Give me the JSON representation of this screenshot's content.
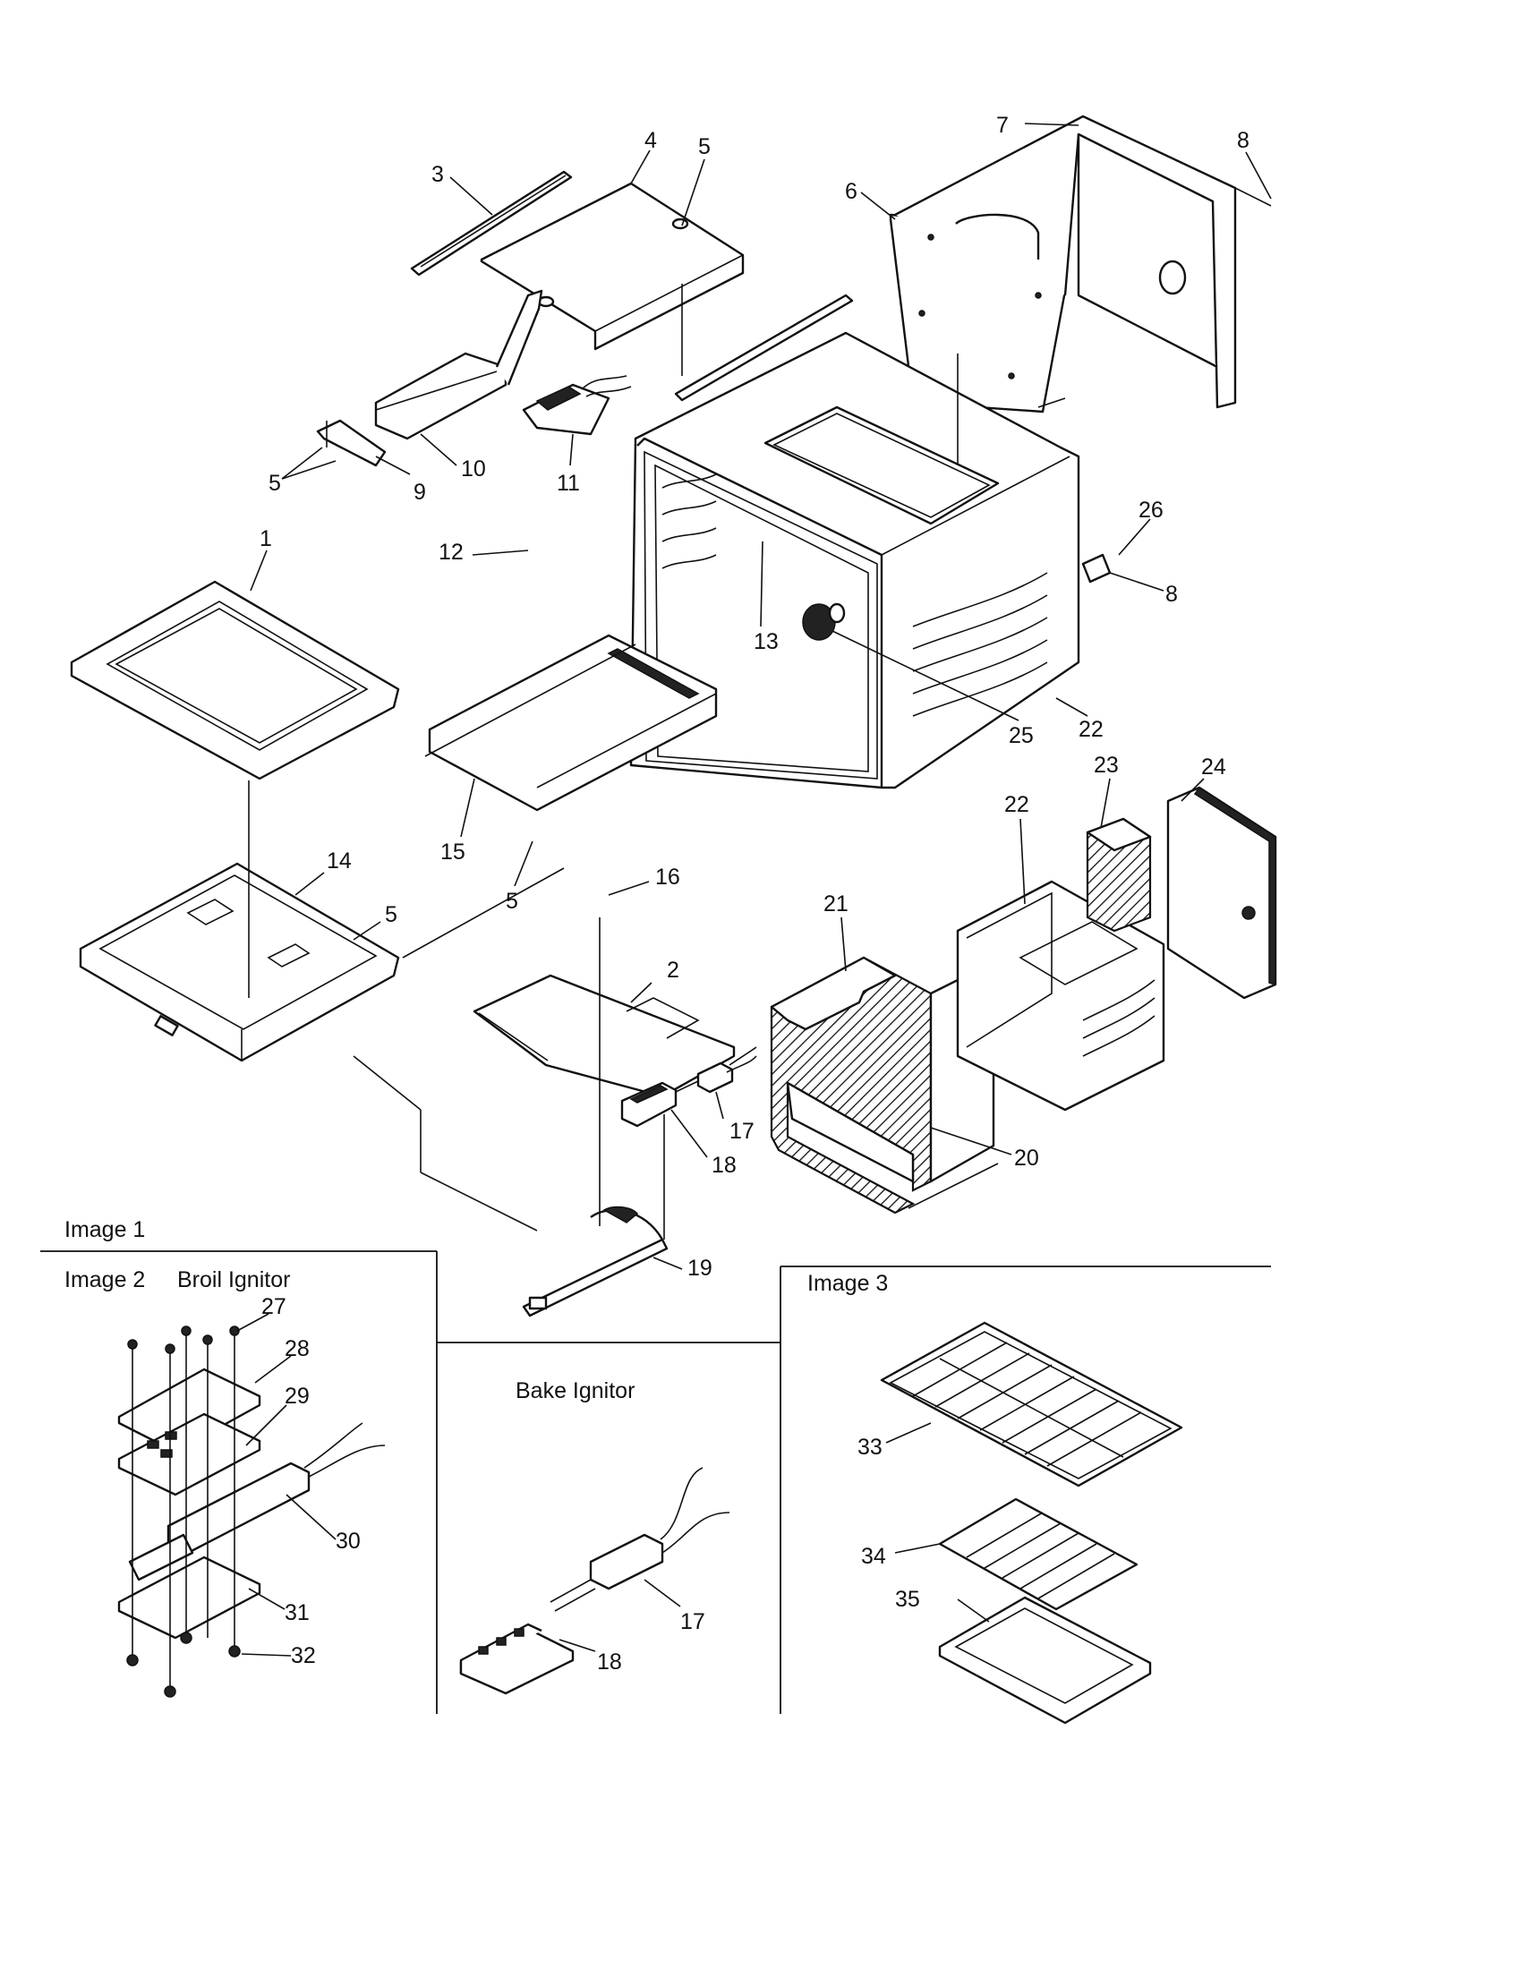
{
  "panels": {
    "image1": "Image 1",
    "image2": "Image 2",
    "broil_ignitor": "Broil Ignitor",
    "bake_ignitor": "Bake Ignitor",
    "image3": "Image 3"
  },
  "callouts": [
    {
      "id": "c1",
      "text": "1"
    },
    {
      "id": "c2",
      "text": "2"
    },
    {
      "id": "c3",
      "text": "3"
    },
    {
      "id": "c4",
      "text": "4"
    },
    {
      "id": "c5a",
      "text": "5"
    },
    {
      "id": "c5b",
      "text": "5"
    },
    {
      "id": "c5c",
      "text": "5"
    },
    {
      "id": "c5d",
      "text": "5"
    },
    {
      "id": "c6",
      "text": "6"
    },
    {
      "id": "c7",
      "text": "7"
    },
    {
      "id": "c8a",
      "text": "8"
    },
    {
      "id": "c8b",
      "text": "8"
    },
    {
      "id": "c9",
      "text": "9"
    },
    {
      "id": "c10",
      "text": "10"
    },
    {
      "id": "c11",
      "text": "11"
    },
    {
      "id": "c12",
      "text": "12"
    },
    {
      "id": "c13",
      "text": "13"
    },
    {
      "id": "c14",
      "text": "14"
    },
    {
      "id": "c15",
      "text": "15"
    },
    {
      "id": "c16",
      "text": "16"
    },
    {
      "id": "c17a",
      "text": "17"
    },
    {
      "id": "c17b",
      "text": "17"
    },
    {
      "id": "c18a",
      "text": "18"
    },
    {
      "id": "c18b",
      "text": "18"
    },
    {
      "id": "c19",
      "text": "19"
    },
    {
      "id": "c20",
      "text": "20"
    },
    {
      "id": "c21",
      "text": "21"
    },
    {
      "id": "c22a",
      "text": "22"
    },
    {
      "id": "c22b",
      "text": "22"
    },
    {
      "id": "c23",
      "text": "23"
    },
    {
      "id": "c24",
      "text": "24"
    },
    {
      "id": "c25",
      "text": "25"
    },
    {
      "id": "c26",
      "text": "26"
    },
    {
      "id": "c27",
      "text": "27"
    },
    {
      "id": "c28",
      "text": "28"
    },
    {
      "id": "c29",
      "text": "29"
    },
    {
      "id": "c30",
      "text": "30"
    },
    {
      "id": "c31",
      "text": "31"
    },
    {
      "id": "c32",
      "text": "32"
    },
    {
      "id": "c33",
      "text": "33"
    },
    {
      "id": "c34",
      "text": "34"
    },
    {
      "id": "c35",
      "text": "35"
    }
  ]
}
